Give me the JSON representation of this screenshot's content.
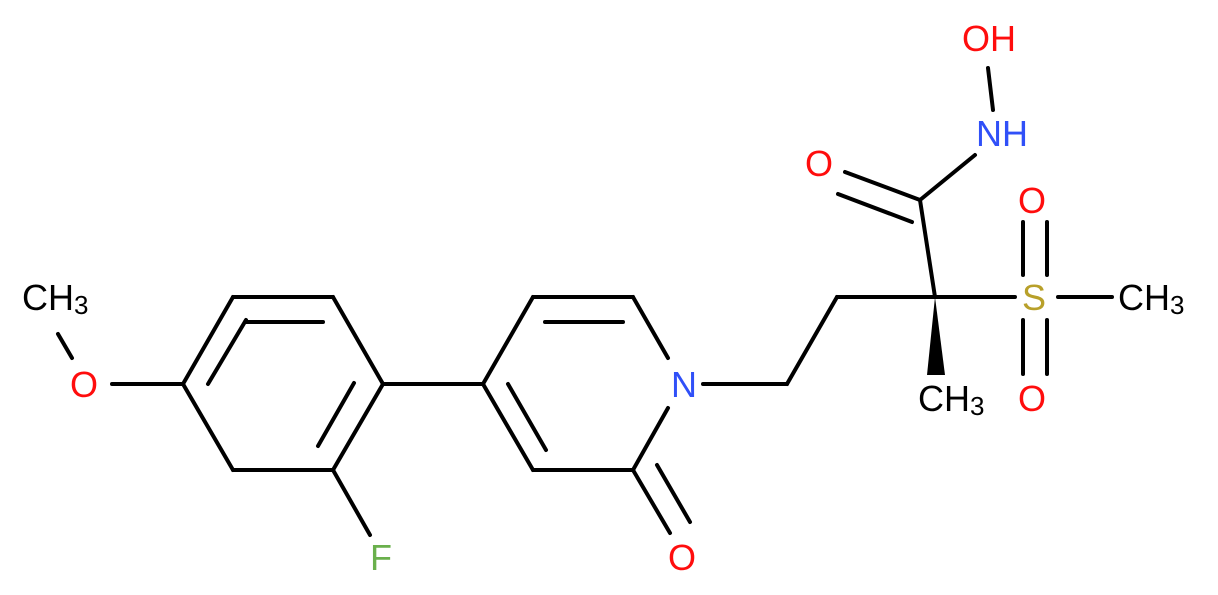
{
  "molecule": {
    "colors": {
      "carbon": "#000000",
      "oxygen": "#ff0d0d",
      "nitrogen": "#3050f8",
      "fluorine": "#6ab04c",
      "sulfur": "#b8a02a"
    },
    "atoms": [
      {
        "id": "oh_o",
        "element": "O",
        "label": "OH",
        "tail": "",
        "color": "oxygen"
      },
      {
        "id": "nh_n",
        "element": "N",
        "label": "NH",
        "tail": "",
        "color": "nitrogen"
      },
      {
        "id": "carbonyl_o",
        "element": "O",
        "label": "O",
        "tail": "",
        "color": "oxygen"
      },
      {
        "id": "sulfonyl_o_top",
        "element": "O",
        "label": "O",
        "tail": "",
        "color": "oxygen"
      },
      {
        "id": "sulfonyl_o_bottom",
        "element": "O",
        "label": "O",
        "tail": "",
        "color": "oxygen"
      },
      {
        "id": "sulfur",
        "element": "S",
        "label": "S",
        "tail": "",
        "color": "sulfur"
      },
      {
        "id": "methyl_s",
        "element": "C",
        "label": "CH",
        "tail": "3",
        "color": "carbon"
      },
      {
        "id": "methyl_alpha",
        "element": "C",
        "label": "CH",
        "tail": "3",
        "color": "carbon"
      },
      {
        "id": "pyridone_n",
        "element": "N",
        "label": "N",
        "tail": "",
        "color": "nitrogen"
      },
      {
        "id": "pyridone_o",
        "element": "O",
        "label": "O",
        "tail": "",
        "color": "oxygen"
      },
      {
        "id": "fluorine",
        "element": "F",
        "label": "F",
        "tail": "",
        "color": "fluorine"
      },
      {
        "id": "methoxy_o",
        "element": "O",
        "label": "O",
        "tail": "",
        "color": "oxygen"
      },
      {
        "id": "methoxy_c",
        "element": "C",
        "label": "CH",
        "tail": "3",
        "color": "carbon"
      }
    ]
  }
}
